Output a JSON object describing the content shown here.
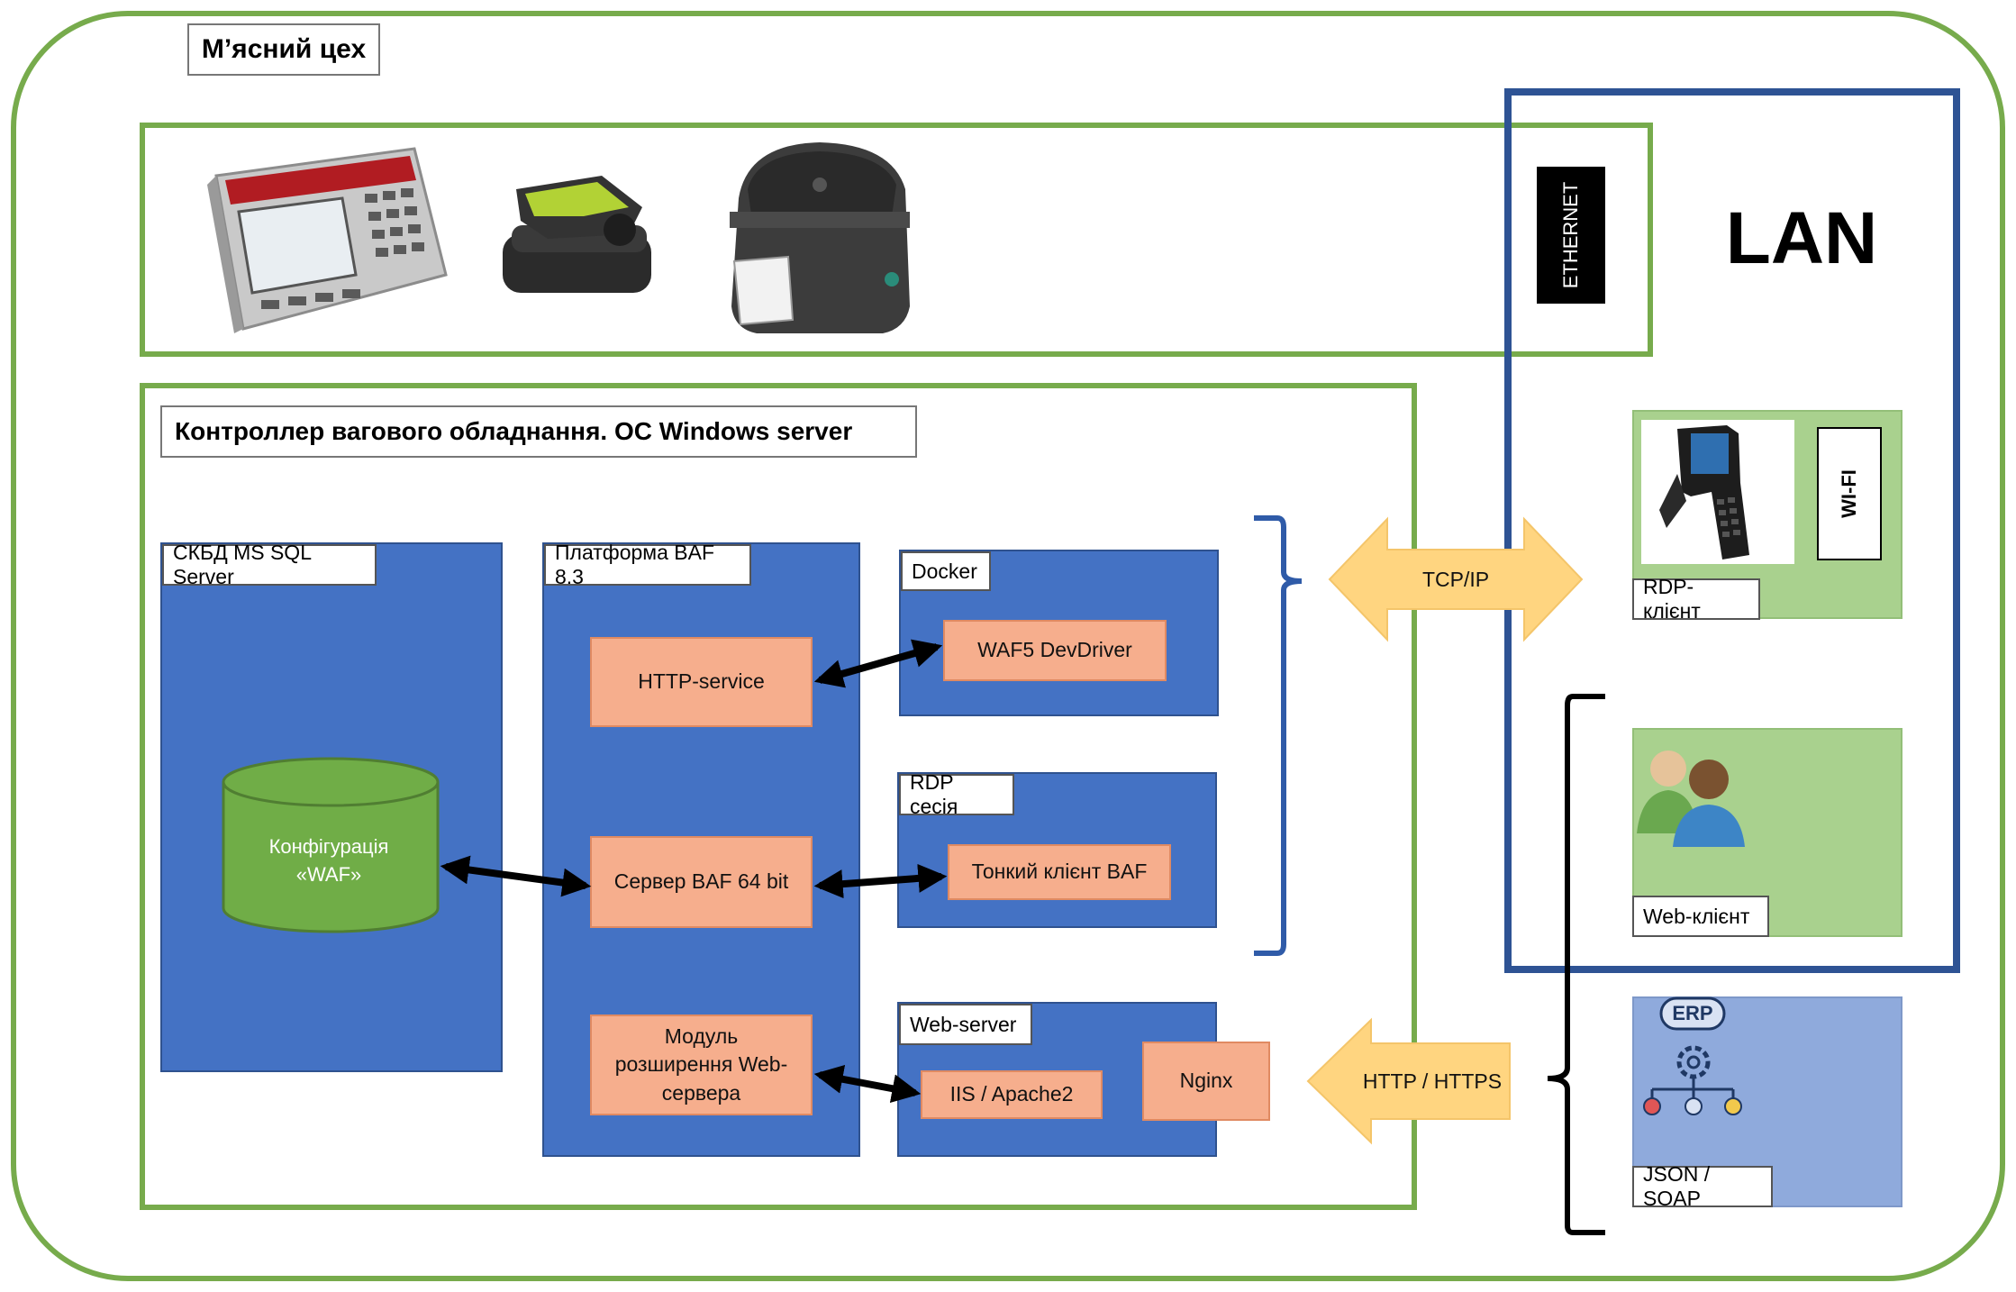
{
  "title": "М’ясний цех",
  "lan": {
    "label": "LAN",
    "ethernet": "ETHERNET",
    "wifi": "WI-FI"
  },
  "controller": {
    "title": "Контроллер вагового обладнання. ОС Windows server",
    "db": {
      "label": "СКБД MS SQL Server",
      "config": "Конфігурація «WAF»"
    },
    "platform": {
      "label": "Платформа BAF 8.3",
      "http_service": "HTTP-service",
      "server": "Сервер BAF 64 bit",
      "web_module": "Модуль розширення Web-сервера"
    },
    "docker": {
      "label": "Docker",
      "driver": "WAF5 DevDriver"
    },
    "rdp": {
      "label": "RDP сесія",
      "thin_client": "Тонкий клієнт BAF"
    },
    "webserver": {
      "label": "Web-server",
      "iis": "IIS / Apache2",
      "nginx": "Nginx"
    }
  },
  "protocols": {
    "tcp": "TCP/IP",
    "http": "HTTP / HTTPS"
  },
  "clients": {
    "rdp": "RDP-клієнт",
    "web": "Web-клієнт",
    "json": "JSON / SOAP",
    "erp": "ERP"
  },
  "colors": {
    "frame_green": "#77ab4c",
    "lan_blue": "#2e5394",
    "box_blue": "#4472c4",
    "salmon": "#f6ae8d",
    "arrow_yellow": "#ffd580"
  }
}
